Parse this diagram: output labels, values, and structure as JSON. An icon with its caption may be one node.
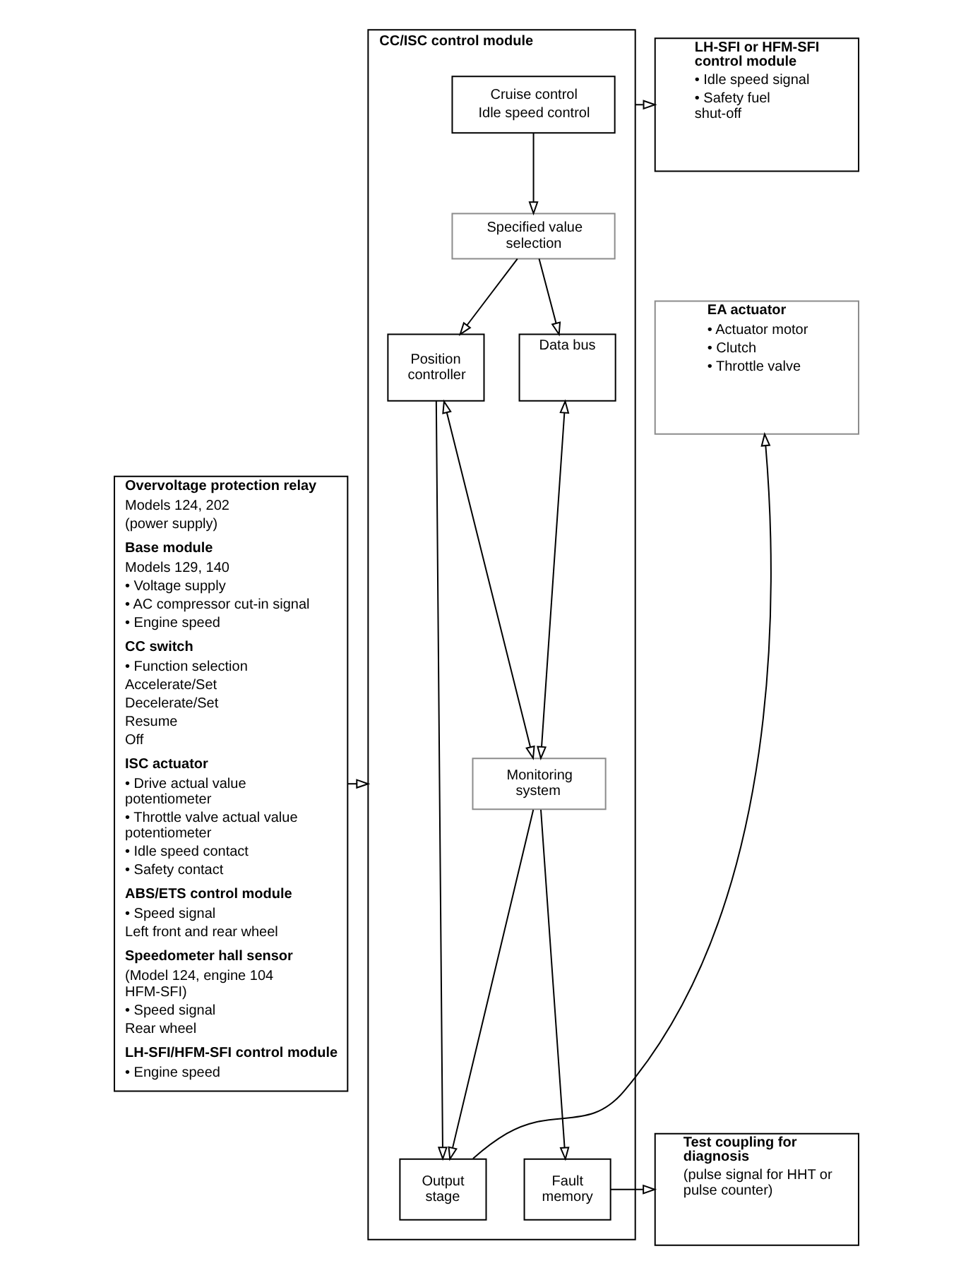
{
  "diagram": {
    "nodes": [
      {
        "text": [
          "Overvoltage protection relay",
          "Models 124, 202",
          "(power supply)",
          "Base module",
          "Models 129, 140",
          "• Voltage supply",
          "• AC compressor cut-in signal",
          "• Engine speed",
          "CC switch",
          "• Function selection",
          "Accelerate/Set",
          "Decelerate/Set",
          "Resume",
          "Off",
          "ISC actuator",
          "• Drive actual value potentiometer",
          "• Throttle valve actual value potentiometer",
          "• Idle speed contact",
          "• Safety contact",
          "ABS/ETS control module",
          "• Speed signal",
          "Left front and rear wheel",
          "Speedometer hall sensor",
          "(Model 124, engine 104 HFM-SFI)",
          "• Speed signal",
          "Rear wheel",
          "LH-SFI/HFM-SFI control module",
          "• Engine speed"
        ]
      },
      {
        "text": [
          "CC/ISC control module"
        ]
      },
      {
        "text": [
          "Cruise control",
          "Idle speed control"
        ],
        "in": 1
      },
      {
        "text": [
          "Specified value selection"
        ],
        "in": 1
      },
      {
        "text": [
          "Position controller"
        ],
        "in": 1
      },
      {
        "text": [
          "Data bus"
        ],
        "in": 1
      },
      {
        "text": [
          "Monitoring system"
        ],
        "in": 1
      },
      {
        "text": [
          "Output stage"
        ],
        "in": 1
      },
      {
        "text": [
          "Fault memory"
        ],
        "in": 1
      },
      {
        "text": [
          "LH-SFI or HFM-SFI control module",
          "• Idle speed signal",
          "• Safety fuel shut-off"
        ]
      },
      {
        "text": [
          "EA actuator",
          "• Actuator motor",
          "• Clutch",
          "• Throttle valve"
        ]
      },
      {
        "text": [
          "Test coupling for diagnosis",
          "(pulse signal for HHT or pulse counter)"
        ]
      }
    ],
    "edges": [
      {
        "from": 0,
        "to": 1,
        "arrow": "to"
      },
      {
        "from": 1,
        "to": 9,
        "arrow": "to"
      },
      {
        "from": 2,
        "to": 3,
        "arrow": "to"
      },
      {
        "from": 3,
        "to": 4,
        "arrow": "to"
      },
      {
        "from": 3,
        "to": 5,
        "arrow": "to"
      },
      {
        "from": 4,
        "to": 6,
        "arrow": "both"
      },
      {
        "from": 5,
        "to": 6,
        "arrow": "both"
      },
      {
        "from": 4,
        "to": 7,
        "arrow": "to"
      },
      {
        "from": 6,
        "to": 7,
        "arrow": "to"
      },
      {
        "from": 6,
        "to": 8,
        "arrow": "to"
      },
      {
        "from": 8,
        "to": 11,
        "arrow": "to"
      },
      {
        "from": 7,
        "to": 10,
        "arrow": "to"
      }
    ]
  }
}
